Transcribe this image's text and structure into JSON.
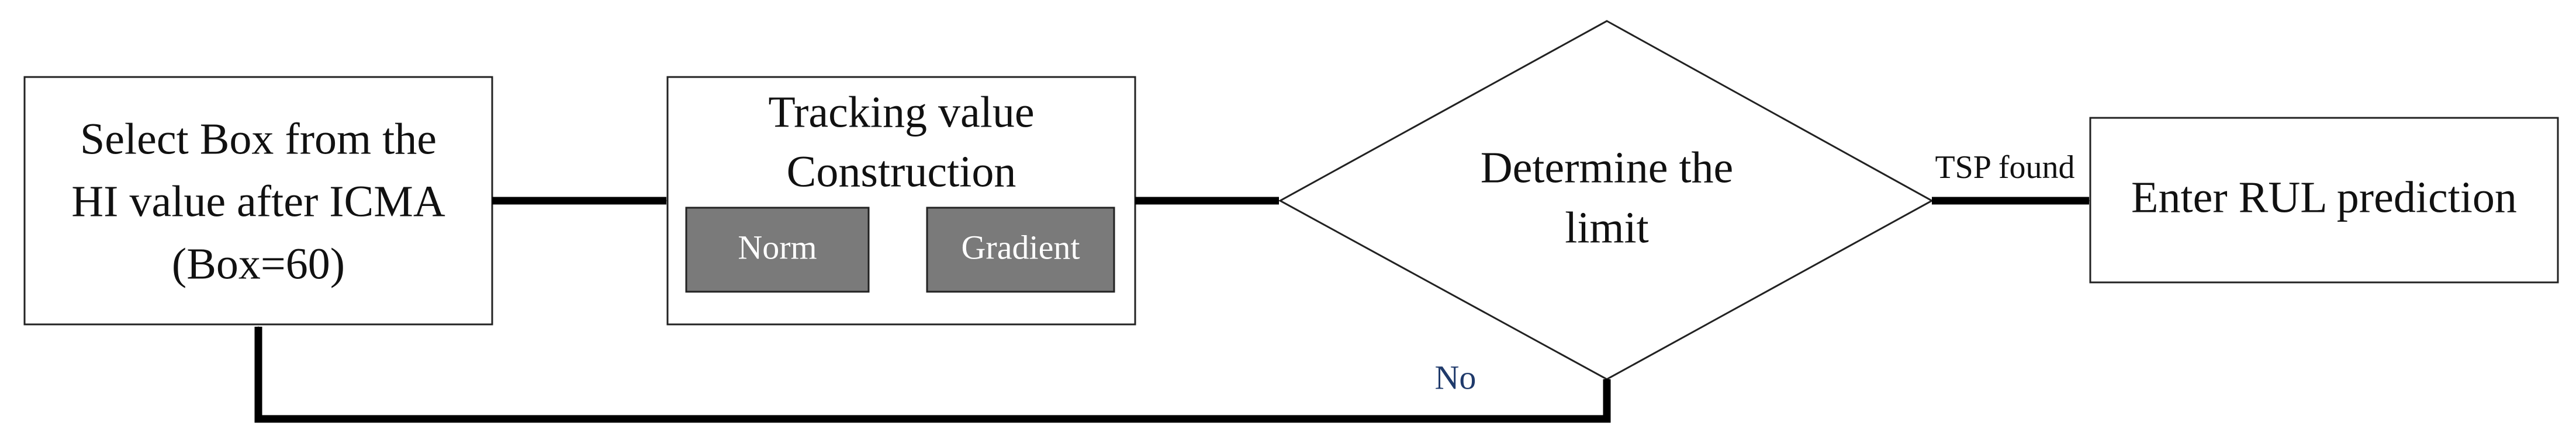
{
  "nodes": {
    "select_box": {
      "lines": [
        "Select Box from the",
        "HI value after ICMA",
        "(Box=60)"
      ]
    },
    "tracking": {
      "lines": [
        "Tracking value",
        "Construction"
      ],
      "sub_boxes": [
        "Norm",
        "Gradient"
      ]
    },
    "decision": {
      "lines": [
        "Determine the",
        "limit"
      ]
    },
    "enter_rul": {
      "label": "Enter RUL prediction"
    }
  },
  "edges": {
    "tsp_found": "TSP found",
    "no": "No"
  },
  "colors": {
    "stroke": "#222222",
    "sub_box_fill": "#7a7a7a",
    "no_label": "#1f3a6b"
  }
}
